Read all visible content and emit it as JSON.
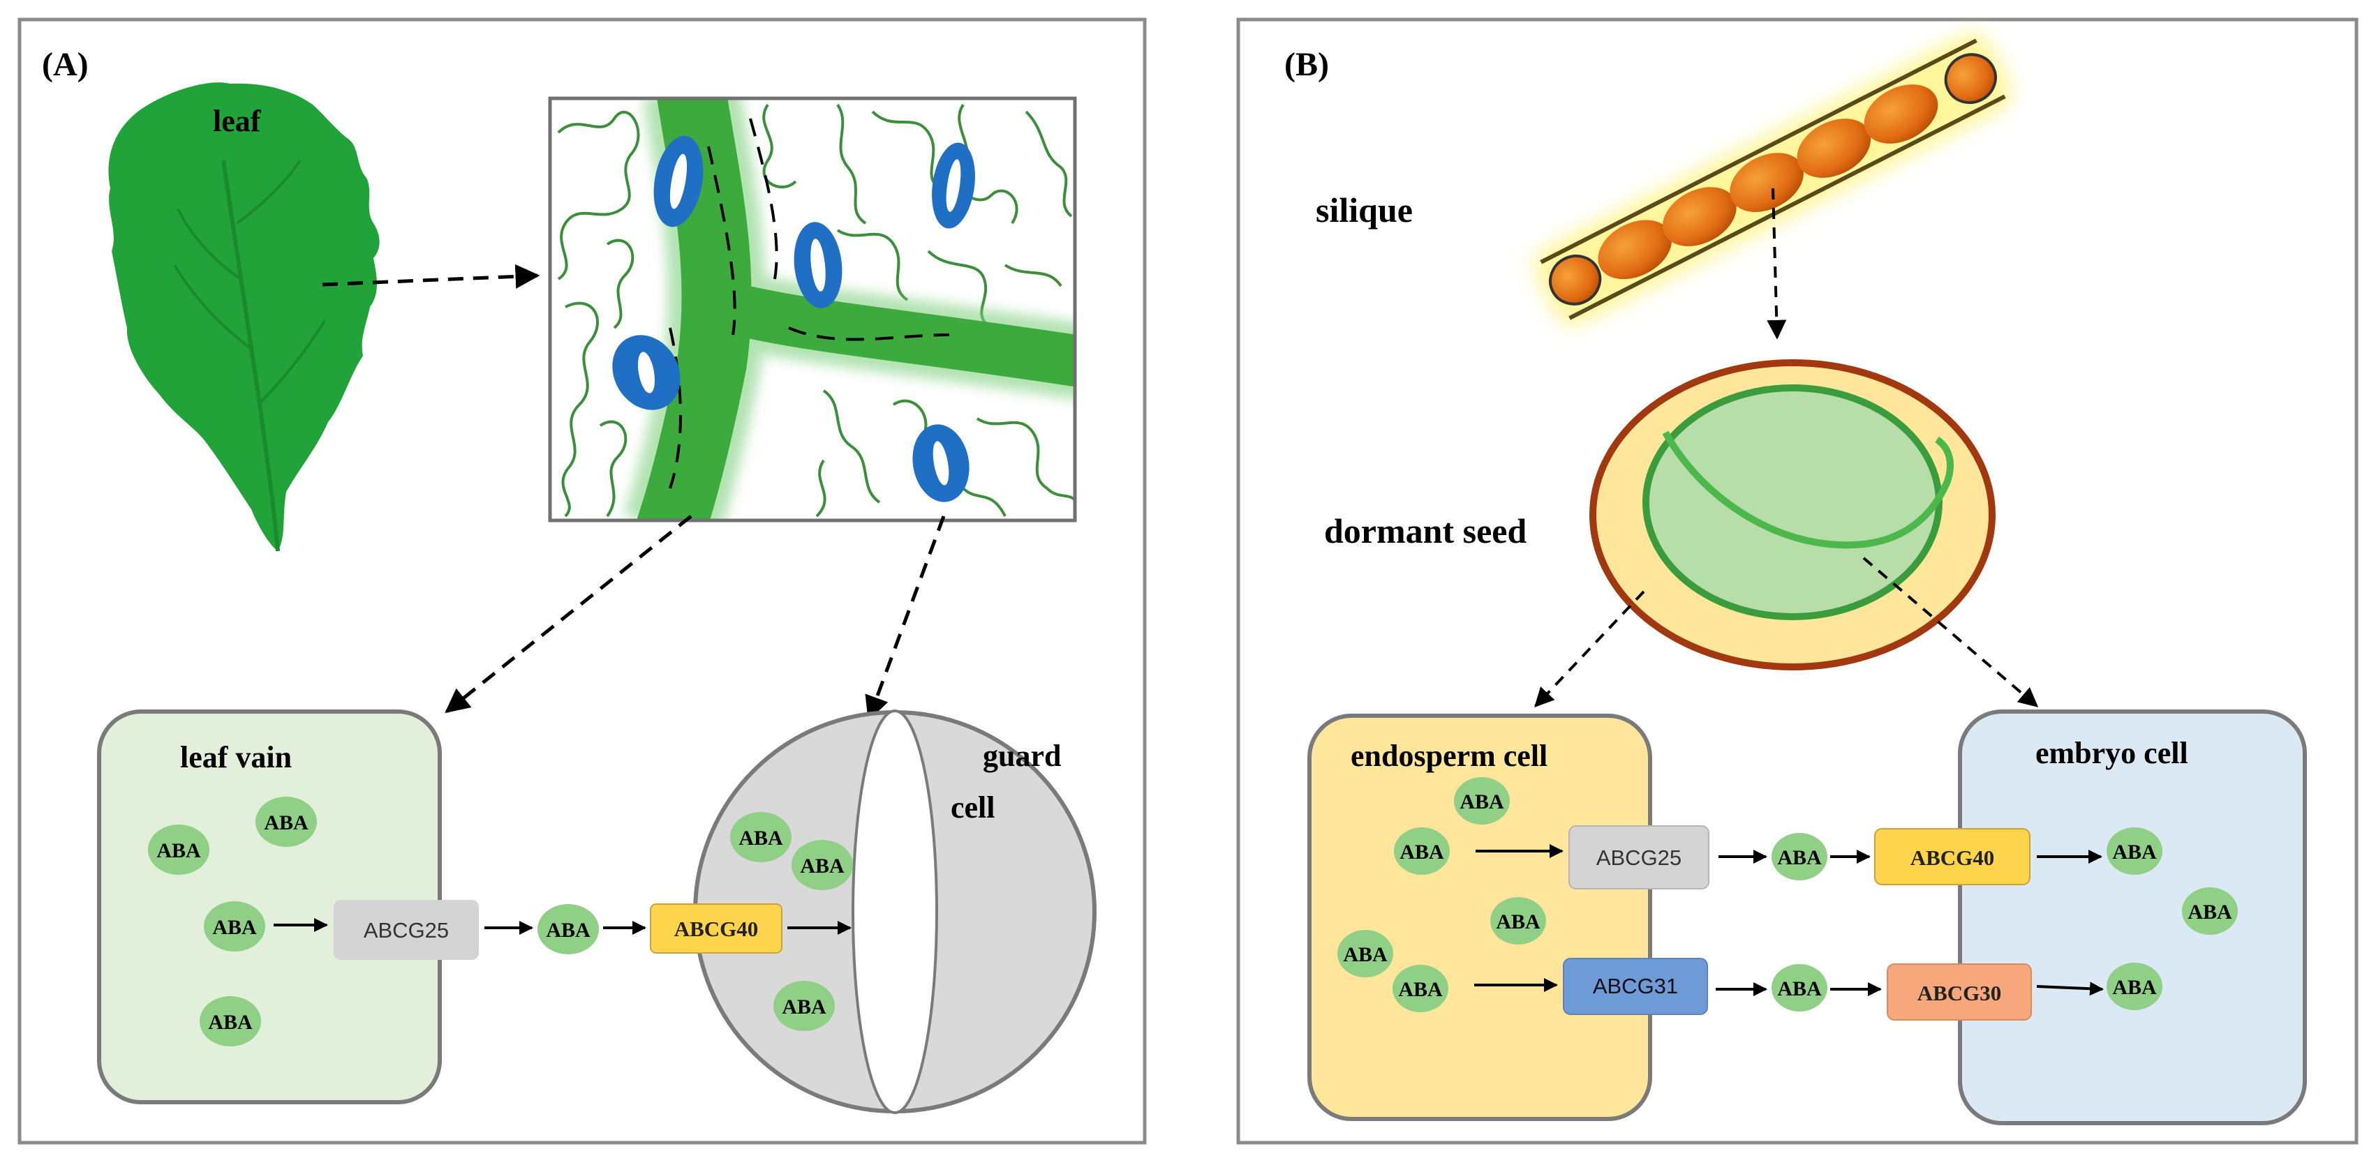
{
  "panel_a": {
    "label": "(A)",
    "leaf_label": "leaf",
    "vein_cell_label": "leaf vain",
    "guard_cell_label_1": "guard",
    "guard_cell_label_2": "cell",
    "aba": "ABA",
    "transporter_1": "ABCG25",
    "transporter_2": "ABCG40"
  },
  "panel_b": {
    "label": "(B)",
    "silique_label": "silique",
    "seed_label": "dormant seed",
    "endosperm_label": "endosperm  cell",
    "embryo_label": "embryo  cell",
    "aba": "ABA",
    "transporter_upper_1": "ABCG25",
    "transporter_upper_2": "ABCG40",
    "transporter_lower_1": "ABCG31",
    "transporter_lower_2": "ABCG30"
  },
  "colors": {
    "leaf_green": "#22a33a",
    "vein_green": "#3daa3d",
    "stomata_blue": "#1f6fc4",
    "aba_green": "#8fcf86",
    "abcg25_grey": "#d4d4d4",
    "abcg40_yellow": "#ffd44d",
    "abcg31_blue": "#6f9ad8",
    "abcg30_orange": "#f7a77c",
    "vein_cell_fill": "#e2efda",
    "guard_cell_fill": "#d9d9d9",
    "endosperm_fill": "#ffe69a",
    "embryo_fill": "#dbe9f5",
    "seed_coat": "#a2380f",
    "embryo_green": "#3b9c3b"
  }
}
